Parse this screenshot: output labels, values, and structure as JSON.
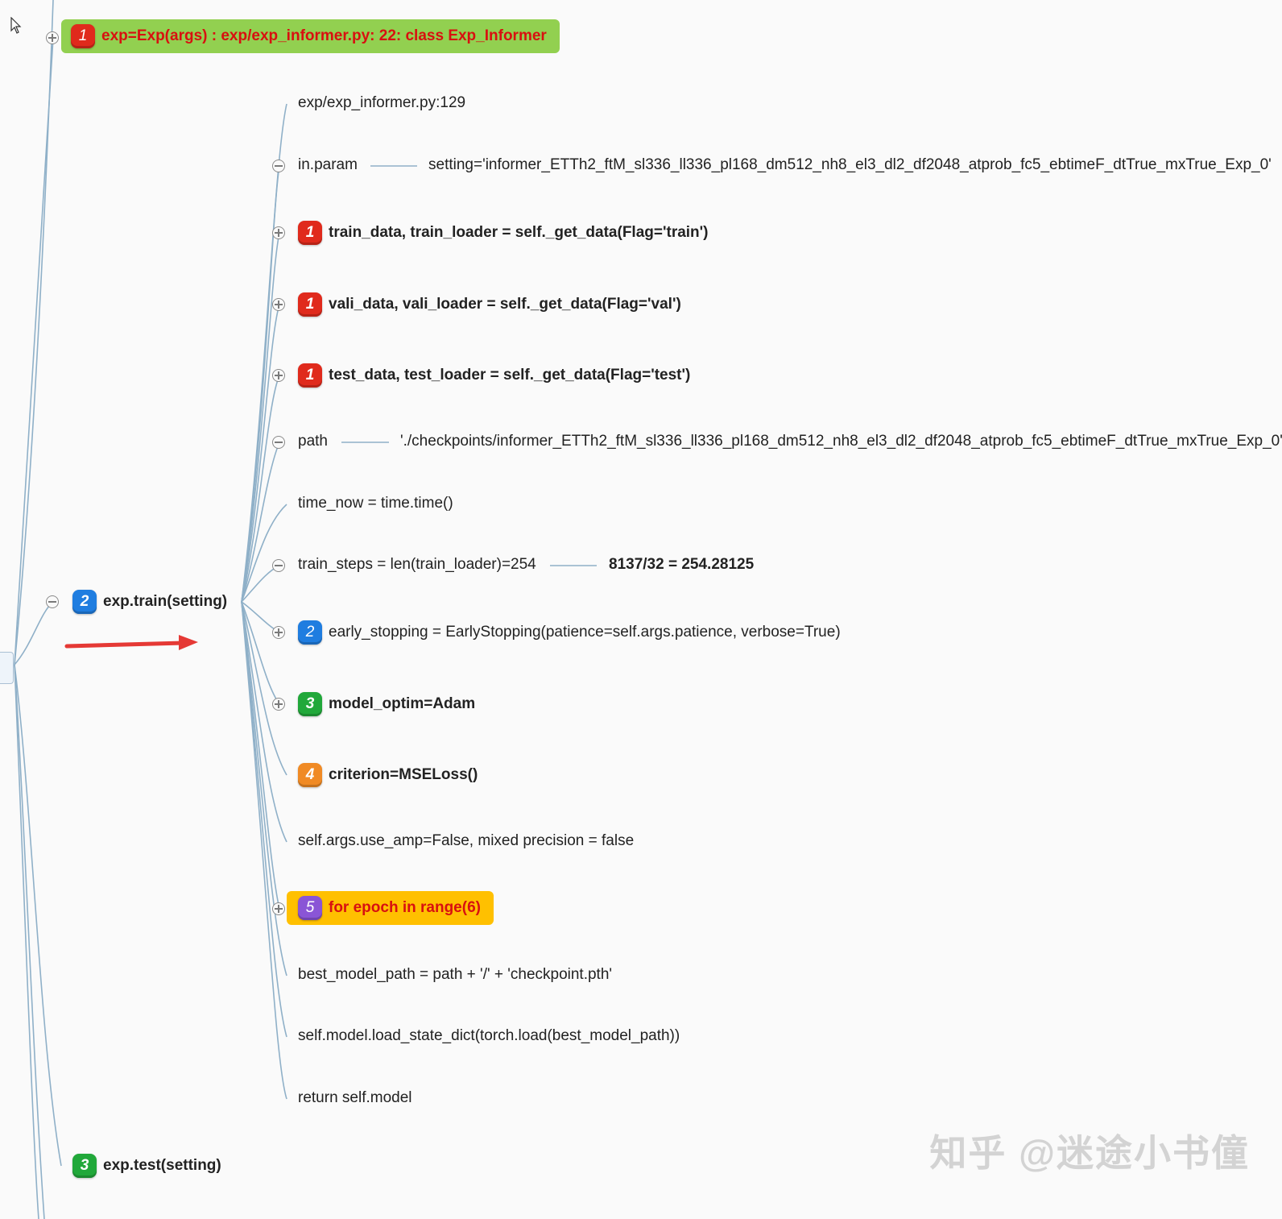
{
  "nodes": {
    "exp_init": {
      "num": "1",
      "label": "exp=Exp(args) : exp/exp_informer.py: 22: class Exp_Informer"
    },
    "exp_train": {
      "num": "2",
      "label": "exp.train(setting)"
    },
    "exp_test": {
      "num": "3",
      "label": "exp.test(setting)"
    }
  },
  "train_children": {
    "loc": "exp/exp_informer.py:129",
    "in_param": "in.param",
    "in_param_value": "setting='informer_ETTh2_ftM_sl336_ll336_pl168_dm512_nh8_el3_dl2_df2048_atprob_fc5_ebtimeF_dtTrue_mxTrue_Exp_0'",
    "train_data": {
      "num": "1",
      "label": "train_data, train_loader = self._get_data(Flag='train')"
    },
    "vali_data": {
      "num": "1",
      "label": "vali_data, vali_loader = self._get_data(Flag='val')"
    },
    "test_data": {
      "num": "1",
      "label": "test_data, test_loader = self._get_data(Flag='test')"
    },
    "path": "path",
    "path_value": "'./checkpoints/informer_ETTh2_ftM_sl336_ll336_pl168_dm512_nh8_el3_dl2_df2048_atprob_fc5_ebtimeF_dtTrue_mxTrue_Exp_0'",
    "time_now": "time_now = time.time()",
    "train_steps": "train_steps = len(train_loader)=254",
    "train_steps_value": "8137/32 = 254.28125",
    "early_stopping": {
      "num": "2",
      "label": "early_stopping = EarlyStopping(patience=self.args.patience, verbose=True)"
    },
    "model_optim": {
      "num": "3",
      "label": "model_optim=Adam"
    },
    "criterion": {
      "num": "4",
      "label": "criterion=MSELoss()"
    },
    "use_amp": "self.args.use_amp=False, mixed precision = false",
    "epoch_loop": {
      "num": "5",
      "label": "for epoch in range(6)"
    },
    "best_model_path": "best_model_path = path + '/' + 'checkpoint.pth'",
    "load_state": "self.model.load_state_dict(torch.load(best_model_path))",
    "return": "return self.model"
  },
  "watermark": "知乎 @迷途小书僮",
  "colors": {
    "connector": "#8fb0c8",
    "highlight_green": "#92d050",
    "highlight_yellow": "#ffc000",
    "arrow": "#e53935",
    "title_red": "#d81010"
  }
}
